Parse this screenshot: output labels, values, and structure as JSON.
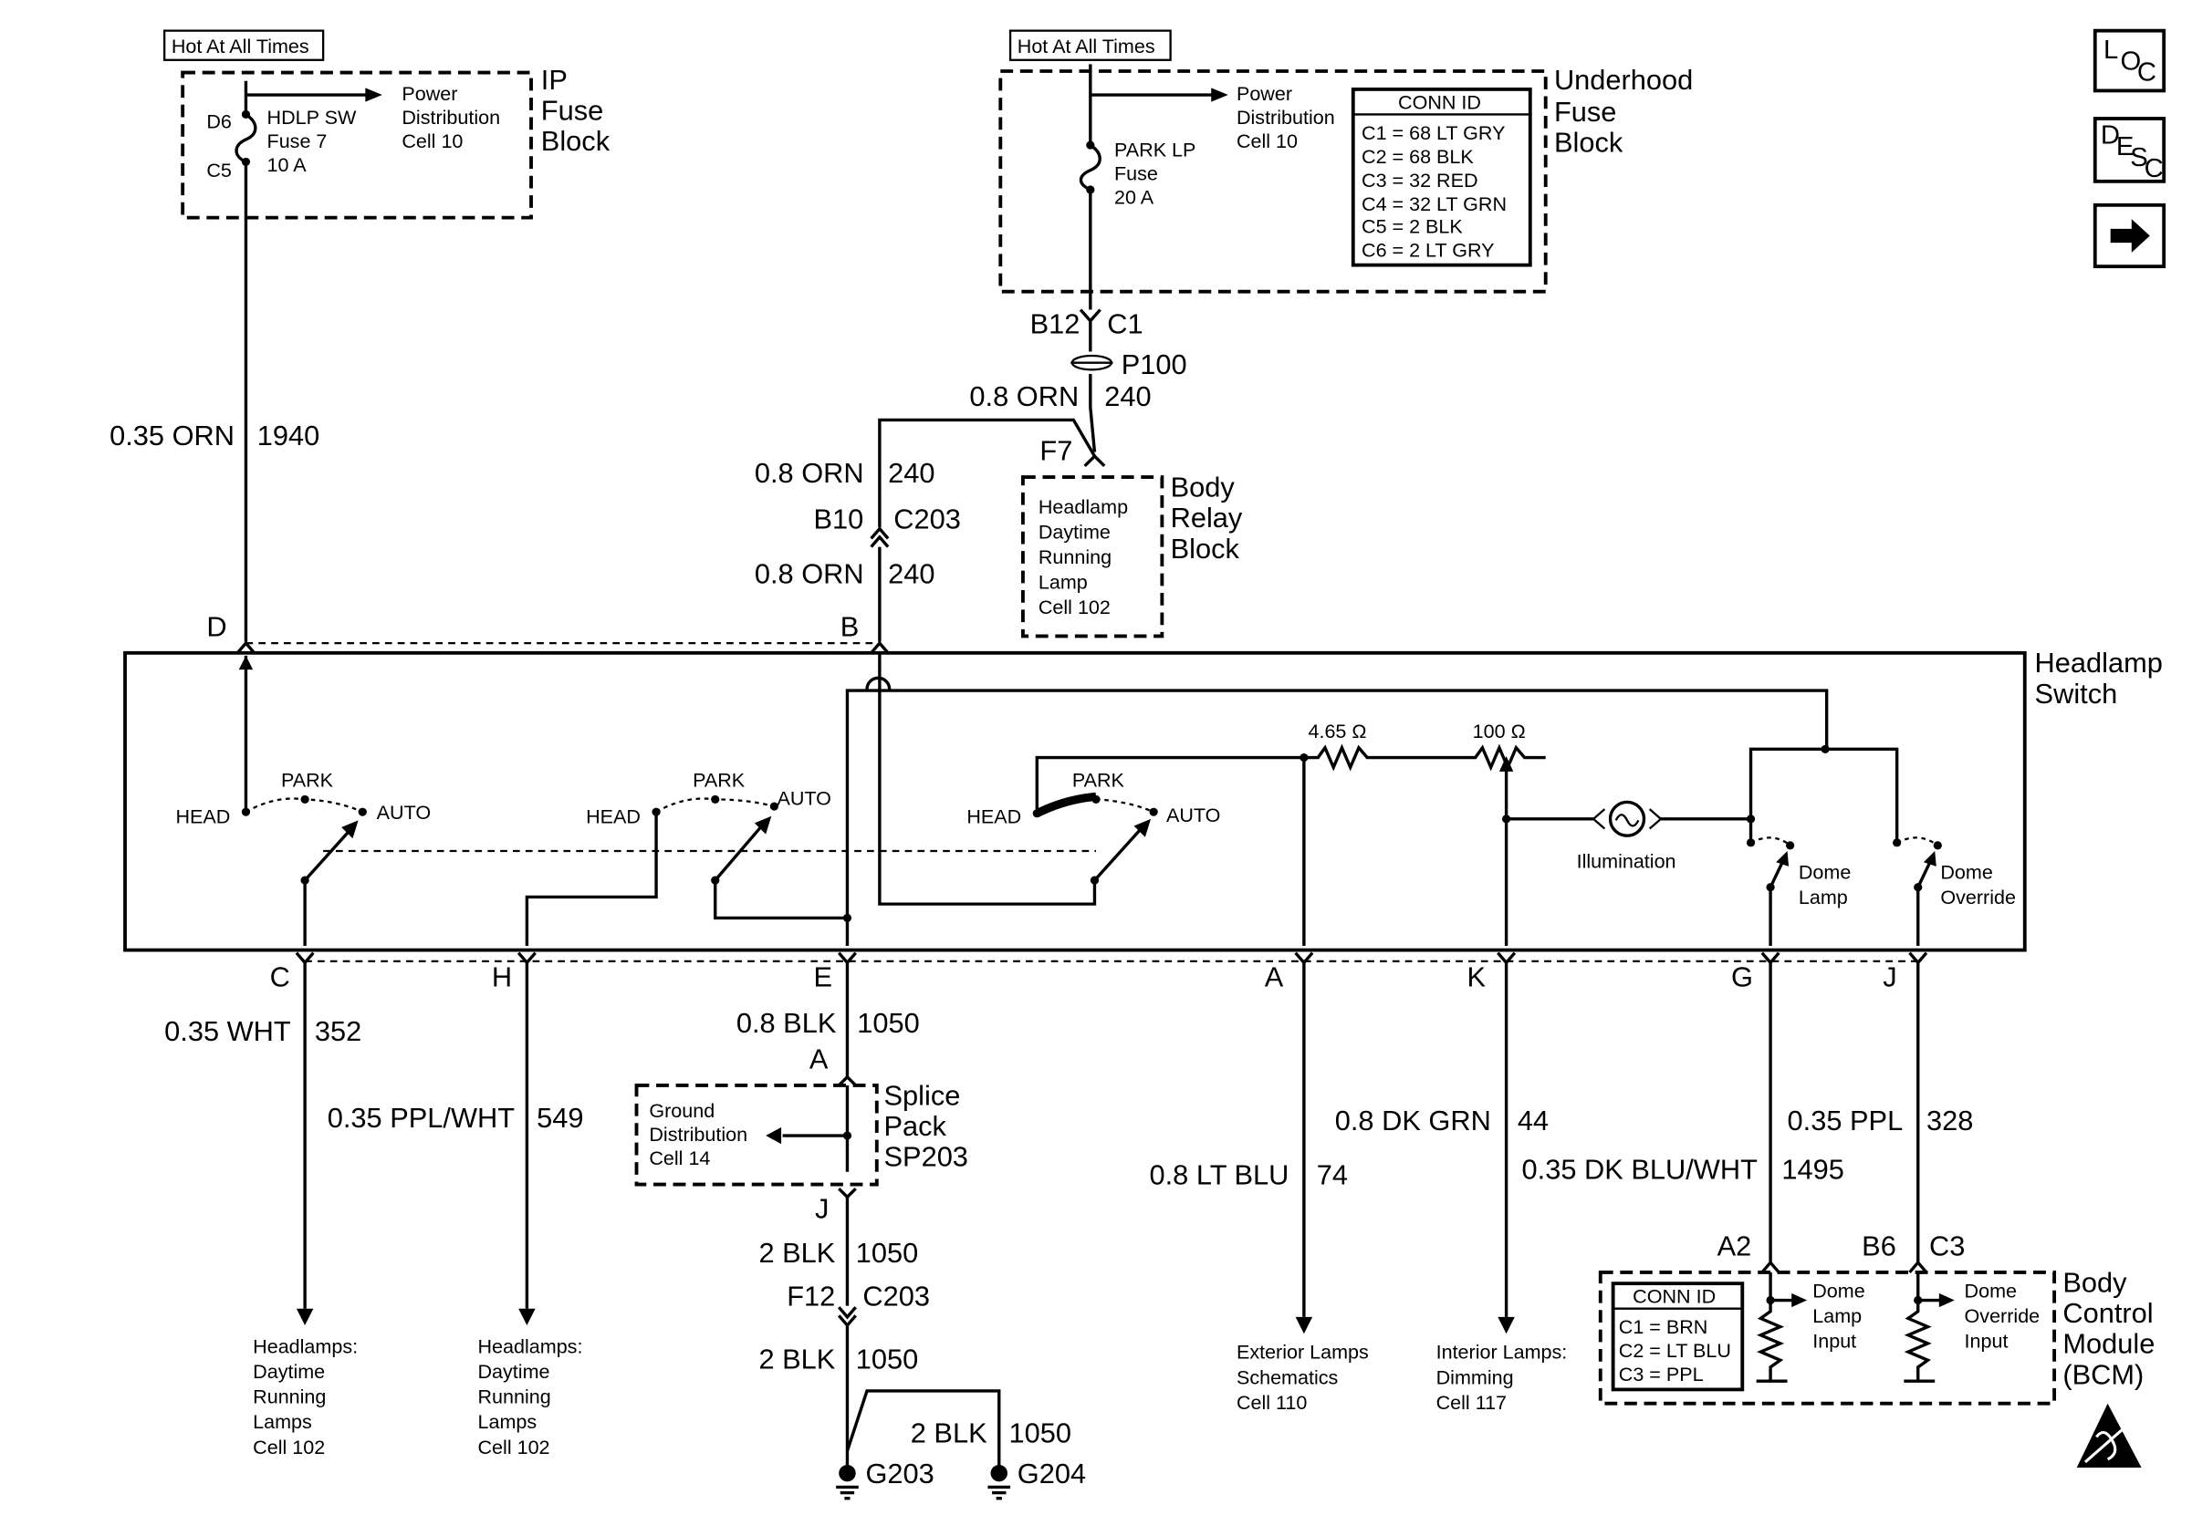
{
  "ip_fuse_block": {
    "hot_label": "Hot At All Times",
    "title": [
      "IP",
      "Fuse",
      "Block"
    ],
    "pin_in": "D6",
    "pin_out": "C5",
    "fuse": [
      "HDLP SW",
      "Fuse 7",
      "10 A"
    ],
    "power_ref": [
      "Power",
      "Distribution",
      "Cell 10"
    ]
  },
  "underhood_fuse_block": {
    "hot_label": "Hot At All Times",
    "title": [
      "Underhood",
      "Fuse",
      "Block"
    ],
    "power_ref": [
      "Power",
      "Distribution",
      "Cell 10"
    ],
    "fuse": [
      "PARK LP",
      "Fuse",
      "20 A"
    ],
    "conn_title": "CONN ID",
    "conn_ids": [
      "C1 = 68 LT GRY",
      "C2 = 68 BLK",
      "C3 = 32 RED",
      "C4 = 32 LT GRN",
      "C5 = 2 BLK",
      "C6 = 2 LT GRY"
    ],
    "pin": "B12",
    "conn": "C1"
  },
  "wires": {
    "w1940_color": "0.35 ORN",
    "w1940_num": "1940",
    "p100": "P100",
    "w240a_color": "0.8 ORN",
    "w240a_num": "240",
    "w240b_color": "0.8 ORN",
    "w240b_num": "240",
    "c203_pin": "B10",
    "c203_conn": "C203",
    "w240c_color": "0.8 ORN",
    "w240c_num": "240",
    "w352_color": "0.35 WHT",
    "w352_num": "352",
    "w549_color": "0.35 PPL/WHT",
    "w549_num": "549",
    "w1050a_color": "0.8 BLK",
    "w1050a_num": "1050",
    "w1050b_color": "2 BLK",
    "w1050b_num": "1050",
    "c203b_pin": "F12",
    "c203b_conn": "C203",
    "w1050c_color": "2 BLK",
    "w1050c_num": "1050",
    "w1050d_color": "2 BLK",
    "w1050d_num": "1050",
    "w74_color": "0.8 LT BLU",
    "w74_num": "74",
    "w44_color": "0.8 DK GRN",
    "w44_num": "44",
    "w1495_color": "0.35 DK BLU/WHT",
    "w1495_num": "1495",
    "w328_color": "0.35 PPL",
    "w328_num": "328",
    "g203": "G203",
    "g204": "G204"
  },
  "body_relay_block": {
    "pin": "F7",
    "title": [
      "Body",
      "Relay",
      "Block"
    ],
    "ref": [
      "Headlamp",
      "Daytime",
      "Running",
      "Lamp",
      "Cell 102"
    ]
  },
  "headlamp_switch": {
    "title": [
      "Headlamp",
      "Switch"
    ],
    "pins": {
      "D": "D",
      "B": "B",
      "C": "C",
      "H": "H",
      "E": "E",
      "A": "A",
      "K": "K",
      "G": "G",
      "J": "J"
    },
    "head": "HEAD",
    "park": "PARK",
    "auto": "AUTO",
    "r1": "4.65 Ω",
    "r2": "100 Ω",
    "illumination": "Illumination",
    "dome_lamp": [
      "Dome",
      "Lamp"
    ],
    "dome_override": [
      "Dome",
      "Override"
    ]
  },
  "splice_pack": {
    "pin_top": "A",
    "pin_bottom": "J",
    "title": [
      "Splice",
      "Pack",
      "SP203"
    ],
    "ground_ref": [
      "Ground",
      "Distribution",
      "Cell 14"
    ]
  },
  "destinations": {
    "drl1": [
      "Headlamps:",
      "Daytime",
      "Running",
      "Lamps",
      "Cell 102"
    ],
    "drl2": [
      "Headlamps:",
      "Daytime",
      "Running",
      "Lamps",
      "Cell 102"
    ],
    "exterior": [
      "Exterior Lamps",
      "Schematics",
      "Cell 110"
    ],
    "interior": [
      "Interior Lamps:",
      "Dimming",
      "Cell 117"
    ]
  },
  "bcm": {
    "title": [
      "Body",
      "Control",
      "Module",
      "(BCM)"
    ],
    "conn_title": "CONN ID",
    "conn_ids": [
      "C1 = BRN",
      "C2 = LT BLU",
      "C3 = PPL"
    ],
    "pin_a2": "A2",
    "pin_b6": "B6",
    "pin_c3": "C3",
    "dome_lamp_input": [
      "Dome",
      "Lamp",
      "Input"
    ],
    "dome_override_input": [
      "Dome",
      "Override",
      "Input"
    ]
  },
  "nav": {
    "loc": [
      "L",
      "O",
      "C"
    ],
    "desc": [
      "D",
      "E",
      "S",
      "C"
    ]
  }
}
